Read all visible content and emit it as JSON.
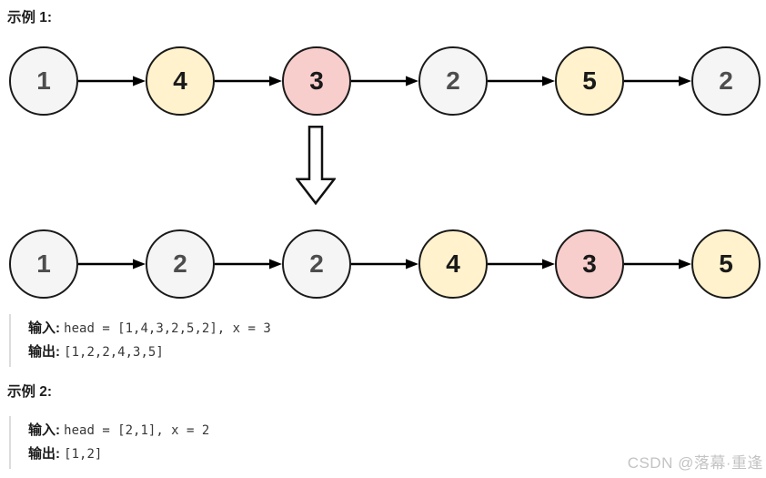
{
  "example1": {
    "heading": "示例 1:",
    "input_label": "输入:",
    "input_code": "head = [1,4,3,2,5,2], x = 3",
    "output_label": "输出:",
    "output_code": "[1,2,2,4,3,5]"
  },
  "example2": {
    "heading": "示例 2:",
    "input_label": "输入:",
    "input_code": "head = [2,1], x = 2",
    "output_label": "输出:",
    "output_code": "[1,2]"
  },
  "diagram": {
    "before": {
      "nodes": [
        {
          "value": "1",
          "fill": "#f5f5f5",
          "ink": "#4d4d4d"
        },
        {
          "value": "4",
          "fill": "#fff2cc",
          "ink": "#1a1a1a"
        },
        {
          "value": "3",
          "fill": "#f8cecc",
          "ink": "#1a1a1a"
        },
        {
          "value": "2",
          "fill": "#f5f5f5",
          "ink": "#4d4d4d"
        },
        {
          "value": "5",
          "fill": "#fff2cc",
          "ink": "#1a1a1a"
        },
        {
          "value": "2",
          "fill": "#f5f5f5",
          "ink": "#4d4d4d"
        }
      ]
    },
    "after": {
      "nodes": [
        {
          "value": "1",
          "fill": "#f5f5f5",
          "ink": "#4d4d4d"
        },
        {
          "value": "2",
          "fill": "#f5f5f5",
          "ink": "#4d4d4d"
        },
        {
          "value": "2",
          "fill": "#f5f5f5",
          "ink": "#4d4d4d"
        },
        {
          "value": "4",
          "fill": "#fff2cc",
          "ink": "#1a1a1a"
        },
        {
          "value": "3",
          "fill": "#f8cecc",
          "ink": "#1a1a1a"
        },
        {
          "value": "5",
          "fill": "#fff2cc",
          "ink": "#1a1a1a"
        }
      ]
    }
  },
  "colors": {
    "node_stroke": "#1a1a1a",
    "node_gray": "#f5f5f5",
    "node_yellow": "#fff2cc",
    "node_pink": "#f8cecc",
    "arrow": "#000000",
    "quote_border": "#dcdcdc",
    "watermark": "#c3c3c3"
  },
  "watermark": "CSDN @落幕·重逢"
}
